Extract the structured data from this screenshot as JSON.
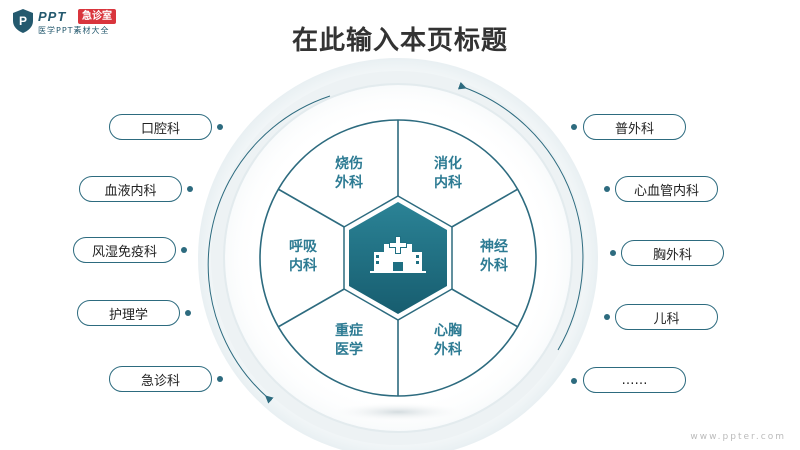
{
  "brand": {
    "name": "PPT",
    "badge": "急诊室",
    "subtitle": "医学PPT素材大全"
  },
  "title": "在此输入本页标题",
  "watermark": "www.ppter.com",
  "center_icon": "hospital-icon",
  "segments": [
    {
      "id": "top-left",
      "label": "烧伤\n外科"
    },
    {
      "id": "top-right",
      "label": "消化\n内科"
    },
    {
      "id": "right",
      "label": "神经\n外科"
    },
    {
      "id": "bottom-right",
      "label": "心胸\n外科"
    },
    {
      "id": "bottom-left",
      "label": "重症\n医学"
    },
    {
      "id": "left",
      "label": "呼吸\n内科"
    }
  ],
  "left_items": [
    "口腔科",
    "血液内科",
    "风湿免疫科",
    "护理学",
    "急诊科"
  ],
  "right_items": [
    "普外科",
    "心血管内科",
    "胸外科",
    "儿科",
    "……"
  ],
  "colors": {
    "accent": "#2d6b7f",
    "segment_text": "#2d7b93",
    "center_fill": "#1f6f82"
  }
}
